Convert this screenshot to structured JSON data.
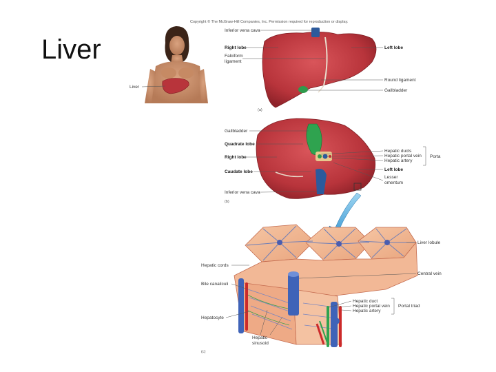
{
  "slide": {
    "title": "Liver"
  },
  "figure": {
    "copyright": "Copyright © The McGraw-Hill Companies, Inc. Permission required for reproduction or display.",
    "panel_a": {
      "letter": "(a)",
      "body_label": "Liver",
      "labels": {
        "inferior_vena_cava": "Inferior vena cava",
        "right_lobe": "Right lobe",
        "falciform_line1": "Falciform",
        "falciform_line2": "ligament",
        "left_lobe": "Left lobe",
        "round_ligament": "Round ligament",
        "gallbladder": "Gallbladder"
      }
    },
    "panel_b": {
      "letter": "(b)",
      "labels": {
        "gallbladder": "Gallbladder",
        "quadrate_lobe": "Quadrate lobe",
        "right_lobe": "Right lobe",
        "caudate_lobe": "Caudate lobe",
        "inferior_vena_cava": "Inferior vena cava",
        "hepatic_ducts": "Hepatic ducts",
        "hepatic_portal_vein": "Hepatic portal vein",
        "hepatic_artery": "Hepatic artery",
        "porta": "Porta",
        "left_lobe": "Left lobe",
        "lesser_omentum_line1": "Lesser",
        "lesser_omentum_line2": "omentum"
      }
    },
    "panel_c": {
      "letter": "(c)",
      "labels": {
        "liver_lobule": "Liver lobule",
        "hepatic_cords": "Hepatic cords",
        "central_vein": "Central vein",
        "bile_canaliculi": "Bile canaliculi",
        "hepatic_duct": "Hepatic duct",
        "hepatic_portal_vein": "Hepatic portal vein",
        "hepatic_artery": "Hepatic artery",
        "portal_triad": "Portal triad",
        "hepatocyte": "Hepatocyte",
        "hepatic_sinusoid_line1": "Hepatic",
        "hepatic_sinusoid_line2": "sinusoid"
      }
    }
  }
}
